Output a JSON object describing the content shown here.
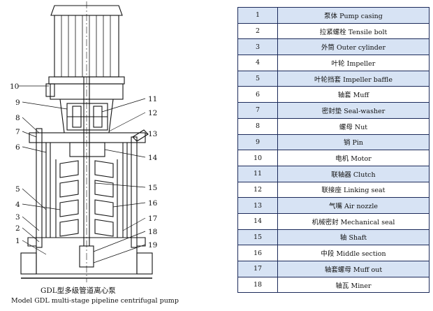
{
  "drawing": {
    "callouts": [
      "1",
      "2",
      "3",
      "4",
      "5",
      "6",
      "7",
      "8",
      "9",
      "10",
      "11",
      "12",
      "13",
      "14",
      "15",
      "16",
      "17",
      "18",
      "19"
    ],
    "caption_cn": "GDL型多级管道离心泵",
    "caption_en": "Model GDL multi-stage pipeline centrifugal pump"
  },
  "table": {
    "row_shading_color": "#d7e3f4",
    "border_color": "#1c2a5a",
    "rows": [
      {
        "no": "1",
        "desc": "泵体 Pump casing"
      },
      {
        "no": "2",
        "desc": "拉紧螺栓 Tensile bolt"
      },
      {
        "no": "3",
        "desc": "外筒 Outer cylinder"
      },
      {
        "no": "4",
        "desc": "叶轮 Impeller"
      },
      {
        "no": "5",
        "desc": "叶轮挡套 Impeller baffle"
      },
      {
        "no": "6",
        "desc": "轴套 Muff"
      },
      {
        "no": "7",
        "desc": "密封垫 Seal-washer"
      },
      {
        "no": "8",
        "desc": "螺母 Nut"
      },
      {
        "no": "9",
        "desc": "销 Pin"
      },
      {
        "no": "10",
        "desc": "电机 Motor"
      },
      {
        "no": "11",
        "desc": "联轴器 Clutch"
      },
      {
        "no": "12",
        "desc": "联接座 Linking seat"
      },
      {
        "no": "13",
        "desc": "气嘴 Air nozzle"
      },
      {
        "no": "14",
        "desc": "机械密封 Mechanical seal"
      },
      {
        "no": "15",
        "desc": "轴 Shaft"
      },
      {
        "no": "16",
        "desc": "中段 Middle section"
      },
      {
        "no": "17",
        "desc": "轴套螺母 Muff out"
      },
      {
        "no": "18",
        "desc": "轴瓦 Miner"
      }
    ]
  }
}
